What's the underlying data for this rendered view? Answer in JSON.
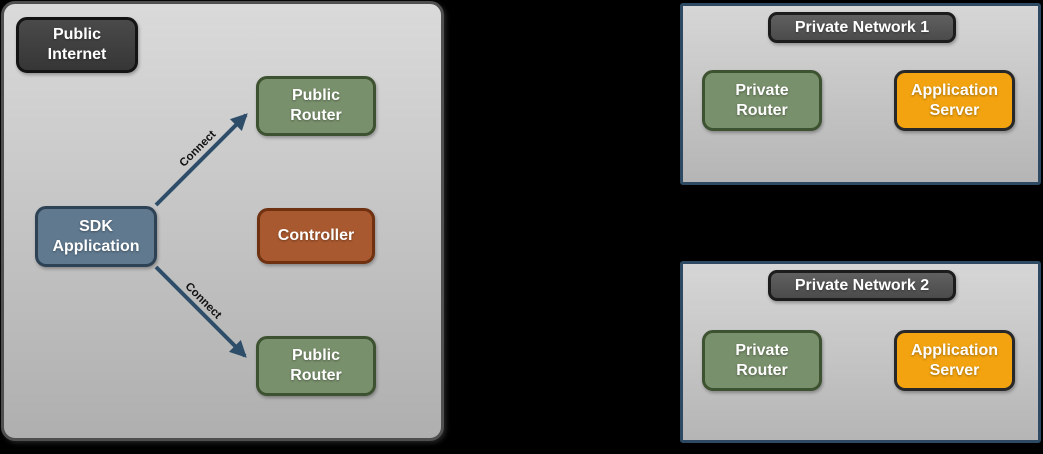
{
  "left": {
    "badge": "Public\nInternet",
    "nodes": {
      "router_top": "Public\nRouter",
      "sdk": "SDK\nApplication",
      "controller": "Controller",
      "router_bottom": "Public\nRouter"
    },
    "edges": {
      "top_label": "Connect",
      "bottom_label": "Connect"
    }
  },
  "network1": {
    "title": "Private Network 1",
    "router": "Private\nRouter",
    "server": "Application\nServer"
  },
  "network2": {
    "title": "Private Network 2",
    "router": "Private\nRouter",
    "server": "Application\nServer"
  },
  "colors": {
    "background": "#000000",
    "panel_border_left": "#4F4F4F",
    "panel_border_private": "#2E4A62",
    "node_green": "#79906C",
    "node_green_border": "#3D5231",
    "node_slate": "#60798F",
    "node_slate_border": "#2E4255",
    "node_rust": "#A9592F",
    "node_rust_border": "#6F3110",
    "node_orange": "#F2A30F",
    "node_orange_border": "#282828",
    "arrow": "#2E4D69"
  }
}
